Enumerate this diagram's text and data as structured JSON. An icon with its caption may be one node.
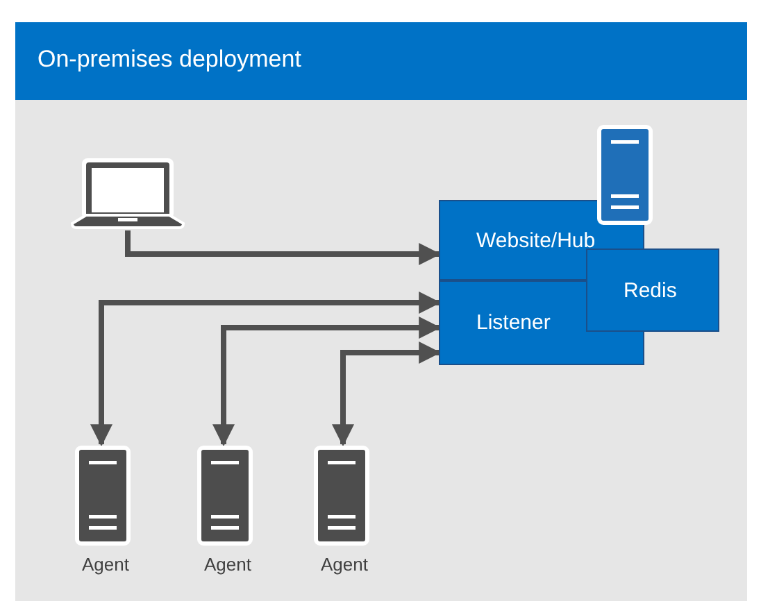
{
  "diagram": {
    "title": "On-premises deployment",
    "nodes": [
      {
        "text": [],
        "shape": "laptop"
      },
      {
        "text": [
          "Website/Hub"
        ]
      },
      {
        "text": [
          "Listener"
        ]
      },
      {
        "text": [
          "Redis"
        ]
      },
      {
        "text": [
          "Agent"
        ]
      },
      {
        "text": [
          "Agent"
        ]
      },
      {
        "text": [
          "Agent"
        ]
      }
    ],
    "edges": [
      {
        "from": 0,
        "to": 1,
        "arrow": "to"
      },
      {
        "from": 4,
        "to": 2,
        "arrow": "both"
      },
      {
        "from": 5,
        "to": 2,
        "arrow": "both"
      },
      {
        "from": 6,
        "to": 2,
        "arrow": "both"
      }
    ]
  }
}
